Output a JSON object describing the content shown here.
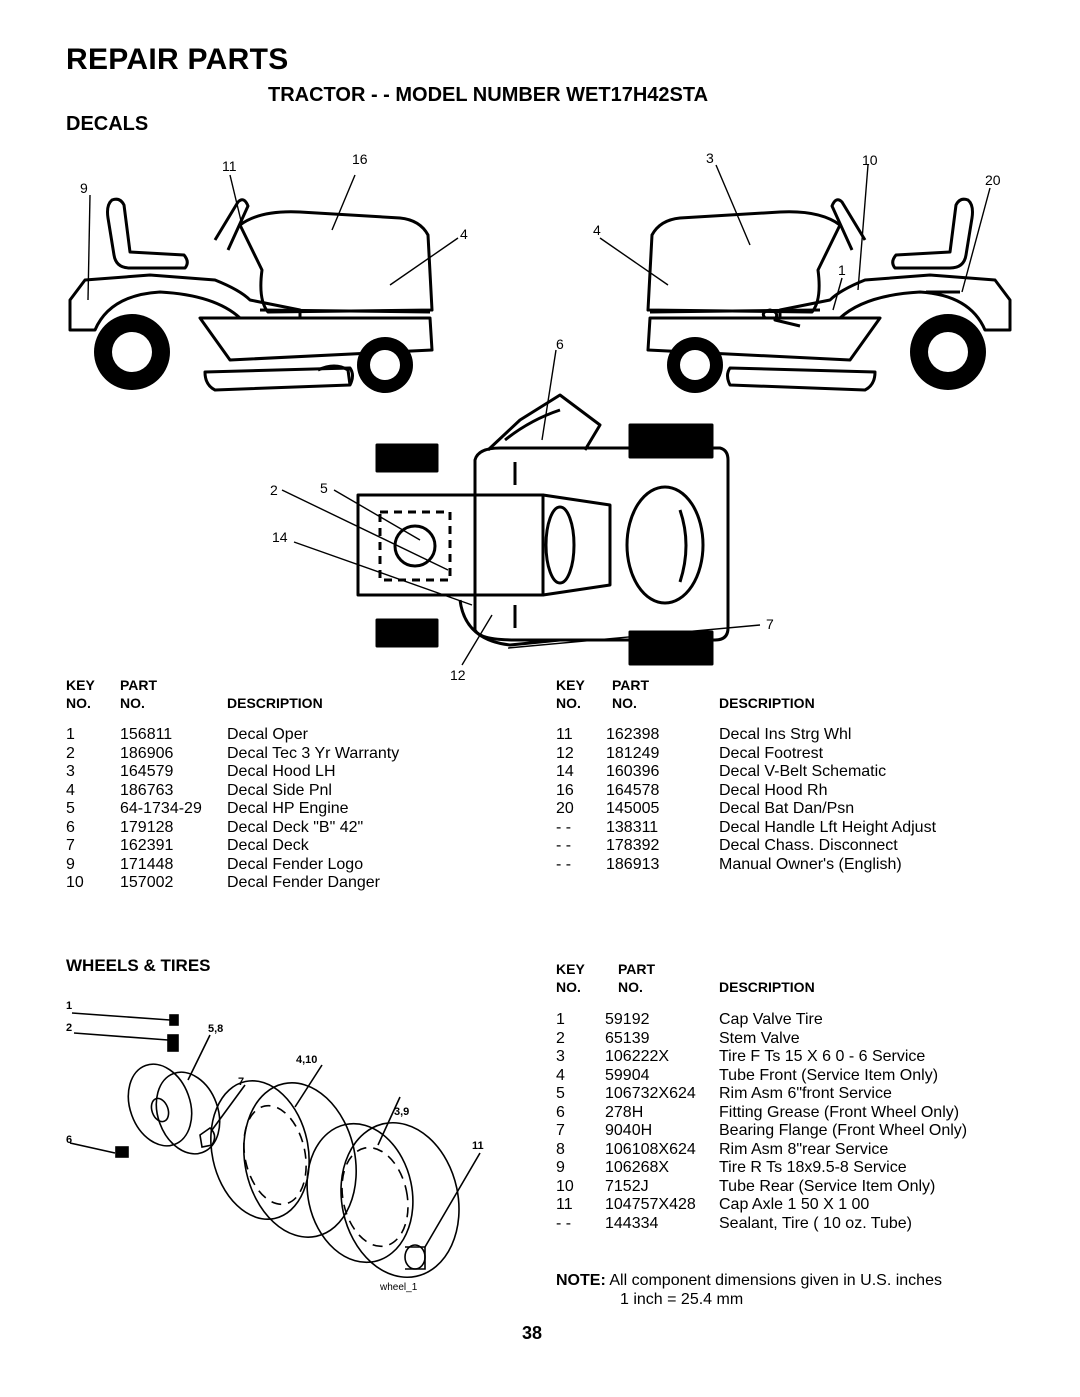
{
  "header": {
    "title": "REPAIR PARTS",
    "subtitle": "TRACTOR - - MODEL NUMBER WET17H42STA"
  },
  "decals": {
    "section_title": "DECALS",
    "callouts": {
      "c11": "11",
      "c16": "16",
      "c9": "9",
      "c4a": "4",
      "c3": "3",
      "c10": "10",
      "c20": "20",
      "c4b": "4",
      "c1": "1",
      "c6": "6",
      "c2": "2",
      "c5": "5",
      "c14": "14",
      "c7": "7",
      "c12": "12"
    },
    "table_headers": {
      "key": "KEY",
      "no": "NO.",
      "part": "PART",
      "part_no": "NO.",
      "description": "DESCRIPTION"
    },
    "left_rows": [
      {
        "key": "1",
        "part": "156811",
        "desc": "Decal Oper"
      },
      {
        "key": "2",
        "part": "186906",
        "desc": "Decal Tec 3 Yr Warranty"
      },
      {
        "key": "3",
        "part": "164579",
        "desc": "Decal Hood LH"
      },
      {
        "key": "4",
        "part": "186763",
        "desc": "Decal Side Pnl"
      },
      {
        "key": "5",
        "part": "64-1734-29",
        "desc": "Decal HP Engine"
      },
      {
        "key": "6",
        "part": "179128",
        "desc": "Decal Deck \"B\" 42\""
      },
      {
        "key": "7",
        "part": "162391",
        "desc": "Decal Deck"
      },
      {
        "key": "9",
        "part": "171448",
        "desc": "Decal Fender Logo"
      },
      {
        "key": "10",
        "part": "157002",
        "desc": "Decal Fender Danger"
      }
    ],
    "right_rows": [
      {
        "key": "11",
        "part": "162398",
        "desc": "Decal Ins Strg Whl"
      },
      {
        "key": "12",
        "part": "181249",
        "desc": "Decal Footrest"
      },
      {
        "key": "14",
        "part": "160396",
        "desc": "Decal V-Belt  Schematic"
      },
      {
        "key": "16",
        "part": "164578",
        "desc": "Decal Hood Rh"
      },
      {
        "key": "20",
        "part": "145005",
        "desc": "Decal Bat Dan/Psn"
      },
      {
        "key": "- -",
        "part": "138311",
        "desc": "Decal Handle Lft Height Adjust"
      },
      {
        "key": "- -",
        "part": "178392",
        "desc": "Decal Chass. Disconnect"
      },
      {
        "key": "- -",
        "part": "186913",
        "desc": "Manual Owner's (English)"
      }
    ]
  },
  "wheels": {
    "section_title": "WHEELS & TIRES",
    "callouts": {
      "w1": "1",
      "w2": "2",
      "w58": "5,8",
      "w410": "4,10",
      "w7": "7",
      "w39": "3,9",
      "w6": "6",
      "w11": "11",
      "caption": "wheel_1"
    },
    "table_headers": {
      "key": "KEY",
      "no": "NO.",
      "part": "PART",
      "part_no": "NO.",
      "description": "DESCRIPTION"
    },
    "rows": [
      {
        "key": "1",
        "part": "59192",
        "desc": "Cap Valve Tire"
      },
      {
        "key": "2",
        "part": "65139",
        "desc": "Stem Valve"
      },
      {
        "key": "3",
        "part": "106222X",
        "desc": "Tire F Ts 15 X 6 0 - 6 Service"
      },
      {
        "key": "4",
        "part": "59904",
        "desc": "Tube Front (Service Item Only)"
      },
      {
        "key": "5",
        "part": "106732X624",
        "desc": "Rim Asm 6\"front Service"
      },
      {
        "key": "6",
        "part": "278H",
        "desc": "Fitting Grease (Front Wheel Only)"
      },
      {
        "key": "7",
        "part": "9040H",
        "desc": "Bearing Flange (Front Wheel Only)"
      },
      {
        "key": "8",
        "part": "106108X624",
        "desc": "Rim Asm 8\"rear Service"
      },
      {
        "key": "9",
        "part": "106268X",
        "desc": "Tire R Ts 18x9.5-8 Service"
      },
      {
        "key": "10",
        "part": "7152J",
        "desc": "Tube Rear (Service Item Only)"
      },
      {
        "key": "11",
        "part": "104757X428",
        "desc": "Cap Axle 1 50 X 1 00"
      },
      {
        "key": "- -",
        "part": "144334",
        "desc": "Sealant, Tire ( 10 oz. Tube)"
      }
    ],
    "note_label": "NOTE:",
    "note_line1": "All component dimensions given in U.S. inches",
    "note_line2": "1 inch = 25.4 mm"
  },
  "footer": {
    "page_number": "38"
  }
}
